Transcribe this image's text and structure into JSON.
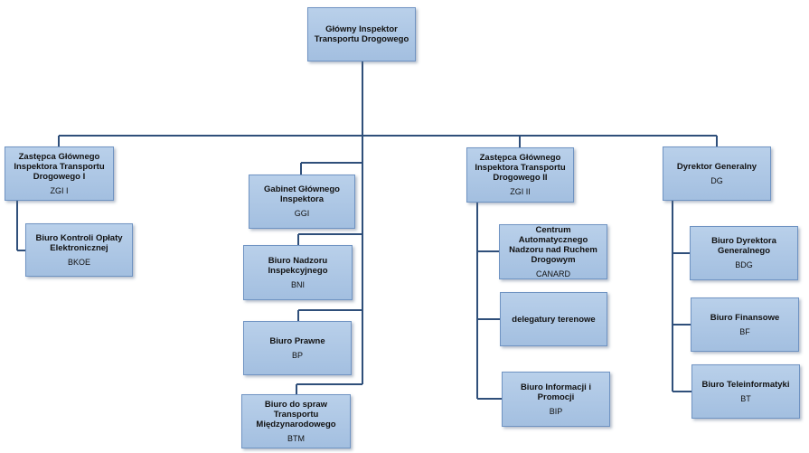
{
  "units": [
    {
      "id": "ggi_top",
      "title": "Główny Inspektor Transportu Drogowego",
      "abbr": ""
    },
    {
      "id": "zgi1",
      "title": "Zastępca Głównego Inspektora Transportu Drogowego I",
      "abbr": "ZGI I"
    },
    {
      "id": "bkoe",
      "title": "Biuro Kontroli Opłaty Elektronicznej",
      "abbr": "BKOE"
    },
    {
      "id": "gabinet",
      "title": "Gabinet Głównego Inspektora",
      "abbr": "GGI"
    },
    {
      "id": "bni",
      "title": "Biuro Nadzoru Inspekcyjnego",
      "abbr": "BNI"
    },
    {
      "id": "bp",
      "title": "Biuro Prawne",
      "abbr": "BP"
    },
    {
      "id": "btm",
      "title": "Biuro do spraw Transportu Międzynarodowego",
      "abbr": "BTM"
    },
    {
      "id": "zgi2",
      "title": "Zastępca Głównego Inspektora Transportu Drogowego II",
      "abbr": "ZGI II"
    },
    {
      "id": "canard",
      "title": "Centrum Automatycznego Nadzoru nad Ruchem Drogowym",
      "abbr": "CANARD"
    },
    {
      "id": "delegatury",
      "title": "delegatury terenowe",
      "abbr": ""
    },
    {
      "id": "bip",
      "title": "Biuro Informacji i Promocji",
      "abbr": "BIP"
    },
    {
      "id": "dg",
      "title": "Dyrektor Generalny",
      "abbr": "DG"
    },
    {
      "id": "bdg",
      "title": "Biuro Dyrektora Generalnego",
      "abbr": "BDG"
    },
    {
      "id": "bf",
      "title": "Biuro Finansowe",
      "abbr": "BF"
    },
    {
      "id": "bt",
      "title": "Biuro Teleinformatyki",
      "abbr": "BT"
    }
  ]
}
